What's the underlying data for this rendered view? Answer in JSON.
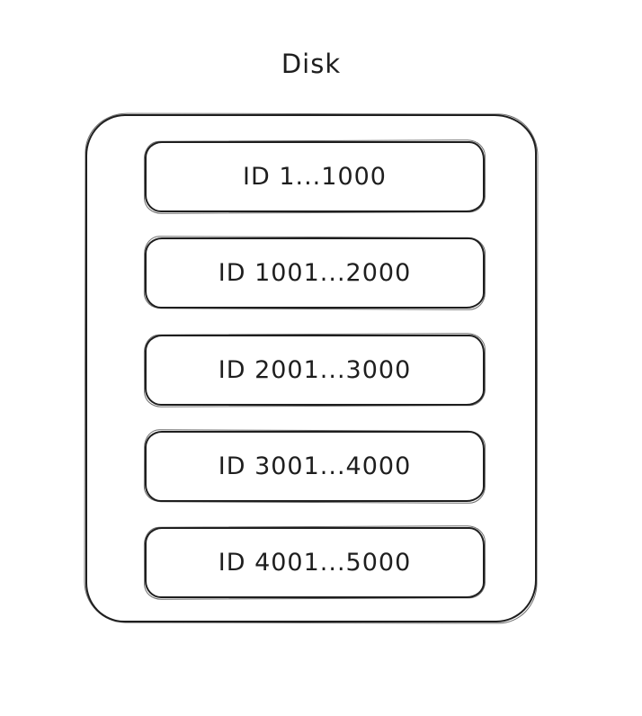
{
  "diagram": {
    "title": "Disk",
    "stroke_color": "#1e1e1e",
    "background_color": "#ffffff",
    "blocks": [
      {
        "label": "ID 1...1000"
      },
      {
        "label": "ID 1001...2000"
      },
      {
        "label": "ID 2001...3000"
      },
      {
        "label": "ID 3001...4000"
      },
      {
        "label": "ID 4001...5000"
      }
    ]
  }
}
